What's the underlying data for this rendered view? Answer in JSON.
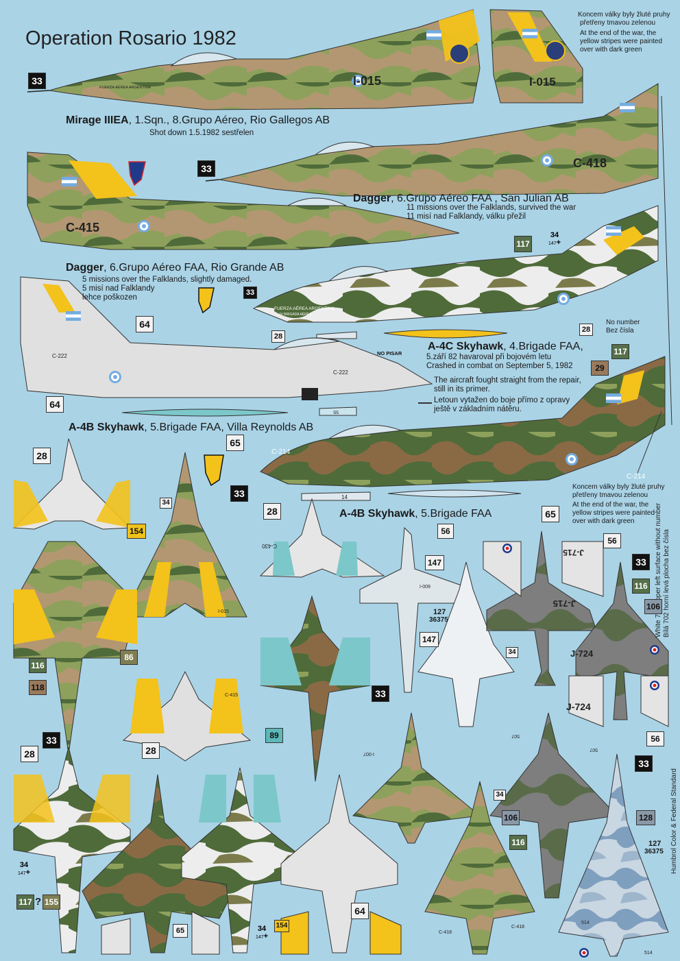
{
  "header": {
    "title": "Operation Rosario 1982"
  },
  "note_top": {
    "cz_1": "Koncem války byly žluté pruhy",
    "cz_2": "přetřeny tmavou zelenou",
    "en_1": "At the end of the war, the",
    "en_2": "yellow stripes were painted",
    "en_3": "over with dark green"
  },
  "note_mid": {
    "cz_1": "Koncem války byly žluté pruhy",
    "cz_2": "přetřeny tmavou zelenou",
    "en_1": "At the end of the war, the",
    "en_2": "yellow stripes were painted",
    "en_3": "over with dark green"
  },
  "mirage": {
    "name": "Mirage IIIEA",
    "unit": ", 1.Sqn., 8.Grupo  Aéreo, Rio Gallegos AB",
    "fate": "Shot down 1.5.1982  sestřelen",
    "serial": "I-015",
    "nose_text": "FUERZA AÉREA ARGENTINA"
  },
  "dagger1": {
    "name": "Dagger",
    "unit": ", 6.Grupo Aéreo FAA , San Julian AB",
    "line1": "11 missions over the Falklands, survived the war",
    "line2": "11 misí nad Falklandy, válku přežil",
    "serial": "C-418"
  },
  "dagger2": {
    "name": "Dagger",
    "unit": ", 6.Grupo Aéreo FAA, Rio Grande AB",
    "line1": "5 missions over the Falklands, slightly damaged.",
    "line2": "5 misí nad Falklandy",
    "line3": "lehce poškozen",
    "serial": "C-415"
  },
  "a4c": {
    "name": "A-4C Skyhawk",
    "unit": ", 4.Brigade FAA,",
    "line1": "5.září 82 havaroval při bojovém letu",
    "line2": "Crashed in combat on September 5, 1982",
    "no_number_1": "No number",
    "no_number_2": "Bez čísla",
    "no_pisar": "NO PISAR",
    "nose_1": "FUERZA AÉREA ARGENTINA",
    "nose_2": "IV BRIGADA AÉREA"
  },
  "a4b1": {
    "name": "A-4B Skyhawk",
    "unit": ", 5.Brigade FAA, Villa Reynolds AB",
    "serial": "C-222",
    "repair_1": "The aircraft fought straight from the repair,",
    "repair_2": "still in its primer.",
    "repair_3": "Letoun vytažen do boje přímo z opravy",
    "repair_4": "ještě v základním nátěru."
  },
  "a4b2": {
    "name": "A-4B Skyhawk",
    "unit": ", 5.Brigade FAA",
    "serial": "C-214",
    "tank_14": "14",
    "tank_55": "55"
  },
  "side_notes": {
    "white702_en": "White 702 upper left surface without number",
    "white702_cz": "Bílá 702 horní levá plocha bez čísla",
    "standard": "Humbrol Color  & Federal Standard"
  },
  "planform_serials": {
    "m1": "I-015",
    "d1": "C-418",
    "d2": "C-415",
    "d3": "C-430",
    "h1": "J-715",
    "h2": "J-724",
    "h3": "J-724",
    "t1": "I-009",
    "m2": "I-007",
    "d4": "507",
    "m3": "514",
    "m4": "514"
  },
  "paint_codes": {
    "c33a": "33",
    "c33b": "33",
    "c33c": "33",
    "c33d": "33",
    "c33e": "33",
    "c33f": "33",
    "c33g": "33",
    "c64a": "64",
    "c64b": "64",
    "c64c": "64",
    "c28a": "28",
    "c28b": "28",
    "c28c": "28",
    "c28d": "28",
    "c28e": "28",
    "c28f": "28",
    "c117a": "117",
    "c117b": "117",
    "c117c": "117",
    "c29": "29",
    "c65a": "65",
    "c65b": "65",
    "c65c": "65",
    "c154a": "154",
    "c154b": "154",
    "c116a": "116",
    "c116b": "116",
    "c116c": "116",
    "c118": "118",
    "c86": "86",
    "c89": "89",
    "c56a": "56",
    "c56b": "56",
    "c56c": "56",
    "c147a": "147",
    "c147b": "147",
    "c127a": "127",
    "c36375a": "36375",
    "c127b": "127",
    "c36375b": "36375",
    "c106a": "106",
    "c106b": "106",
    "c128": "128",
    "c155": "155",
    "c34a": "34",
    "c34b": "34",
    "c34c": "34",
    "c34d": "34",
    "c34e": "34",
    "c147s": "147",
    "qmark": "?"
  },
  "colors": {
    "background": "#aad3e6",
    "dark_green": "#4f6b3a",
    "light_green": "#8ea15c",
    "tan": "#b39772",
    "brown": "#8a6a45",
    "yellow": "#f3c21b",
    "white_grey": "#e8e8e8",
    "teal": "#7cc7c9",
    "argentina_blue": "#74acdf"
  }
}
